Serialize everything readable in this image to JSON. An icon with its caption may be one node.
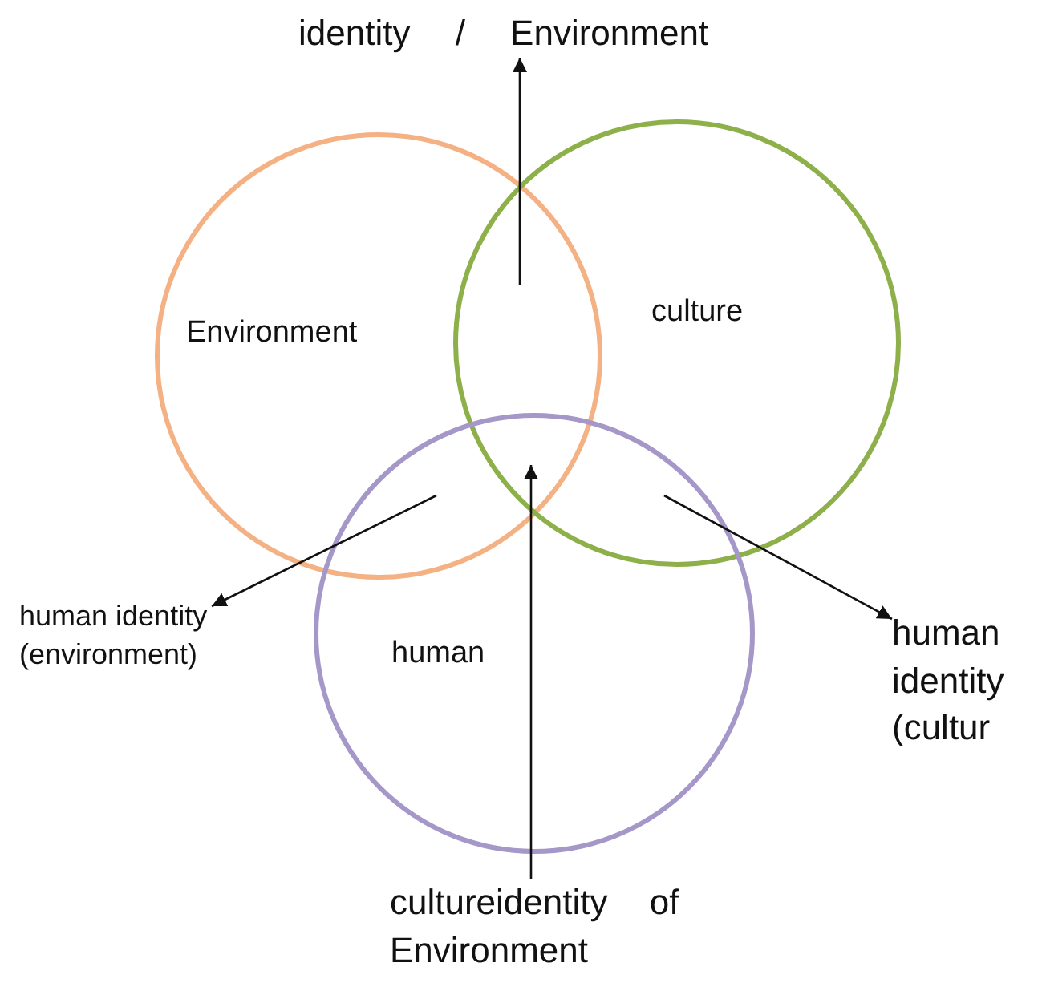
{
  "diagram": {
    "nodes": [
      {
        "text": [
          "Environment"
        ]
      },
      {
        "text": [
          "culture"
        ]
      },
      {
        "text": [
          "human"
        ]
      },
      {
        "text": [
          "identity / Environment"
        ]
      },
      {
        "text": [
          "human identity (environment)"
        ]
      },
      {
        "text": [
          "human identity (cultur"
        ]
      },
      {
        "text": [
          "cultureidentity of Environment"
        ]
      }
    ],
    "edges": [
      {
        "from": 0,
        "to": 3,
        "arrow": "to"
      },
      {
        "from": 2,
        "to": 4,
        "arrow": "to"
      },
      {
        "from": 2,
        "to": 5,
        "arrow": "to"
      },
      {
        "from": 6,
        "to": 2,
        "arrow": "to"
      }
    ]
  }
}
